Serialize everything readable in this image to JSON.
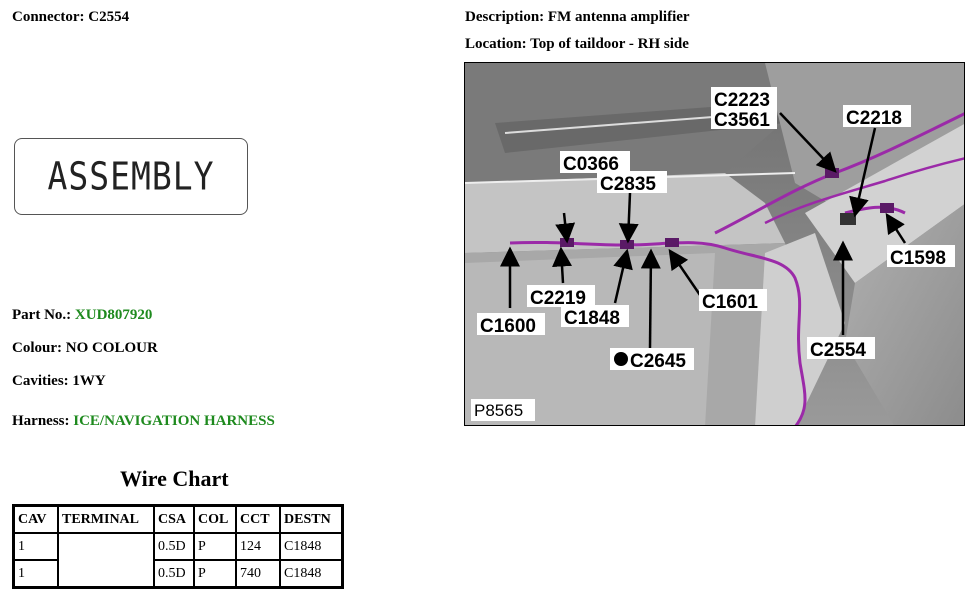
{
  "connector": {
    "label": "Connector:",
    "value": "C2554"
  },
  "description": {
    "label": "Description:",
    "value": "FM antenna amplifier"
  },
  "location": {
    "label": "Location:",
    "value": "Top of taildoor - RH side"
  },
  "assembly_label": "ASSEMBLY",
  "part_no": {
    "label": "Part No.:",
    "value": "XUD807920"
  },
  "colour": {
    "label": "Colour:",
    "value": "NO COLOUR"
  },
  "cavities": {
    "label": "Cavities:",
    "value": "1WY"
  },
  "harness": {
    "label": "Harness:",
    "value": "ICE/NAVIGATION HARNESS"
  },
  "wire_chart": {
    "title": "Wire Chart",
    "headers": [
      "CAV",
      "TERMINAL",
      "CSA",
      "COL",
      "CCT",
      "DESTN"
    ],
    "rows": [
      {
        "cav": "1",
        "terminal": "",
        "csa": "0.5D",
        "col": "P",
        "cct": "124",
        "destn": "C1848"
      },
      {
        "cav": "1",
        "terminal": "",
        "csa": "0.5D",
        "col": "P",
        "cct": "740",
        "destn": "C1848"
      }
    ]
  },
  "diagram": {
    "reference": "P8565",
    "callouts": [
      "C2223",
      "C3561",
      "C2218",
      "C0366",
      "C2835",
      "C1598",
      "C2219",
      "C1848",
      "C1600",
      "C1601",
      "C2554",
      "C2645"
    ]
  }
}
